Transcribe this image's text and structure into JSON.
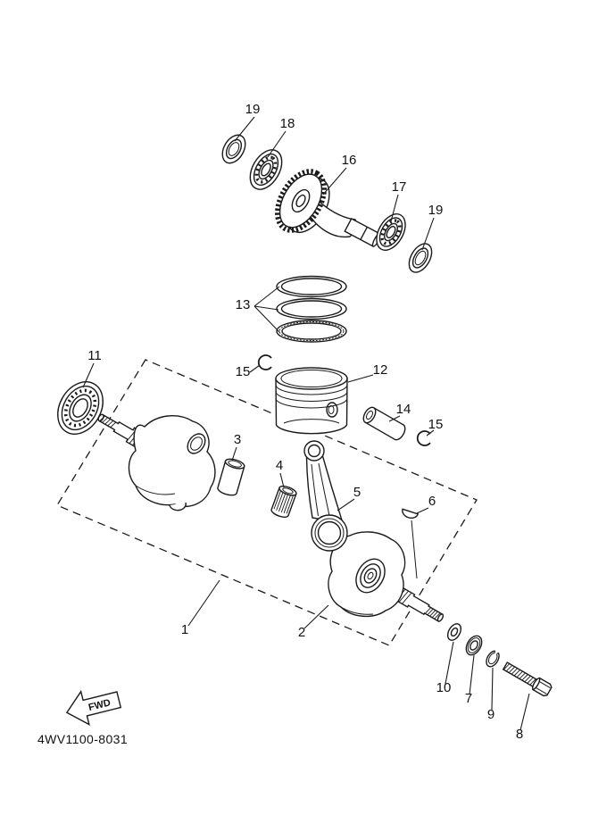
{
  "style": {
    "background": "#ffffff",
    "ink": "#1a1a1a"
  },
  "footer": {
    "part_code": "4WV1100-8031"
  },
  "orientation": {
    "fwd_marker": "FWD"
  },
  "callouts": [
    "19",
    "18",
    "16",
    "17",
    "19",
    "13",
    "15",
    "12",
    "14",
    "15",
    "11",
    "3",
    "4",
    "5",
    "6",
    "1",
    "2",
    "10",
    "7",
    "9",
    "8"
  ]
}
